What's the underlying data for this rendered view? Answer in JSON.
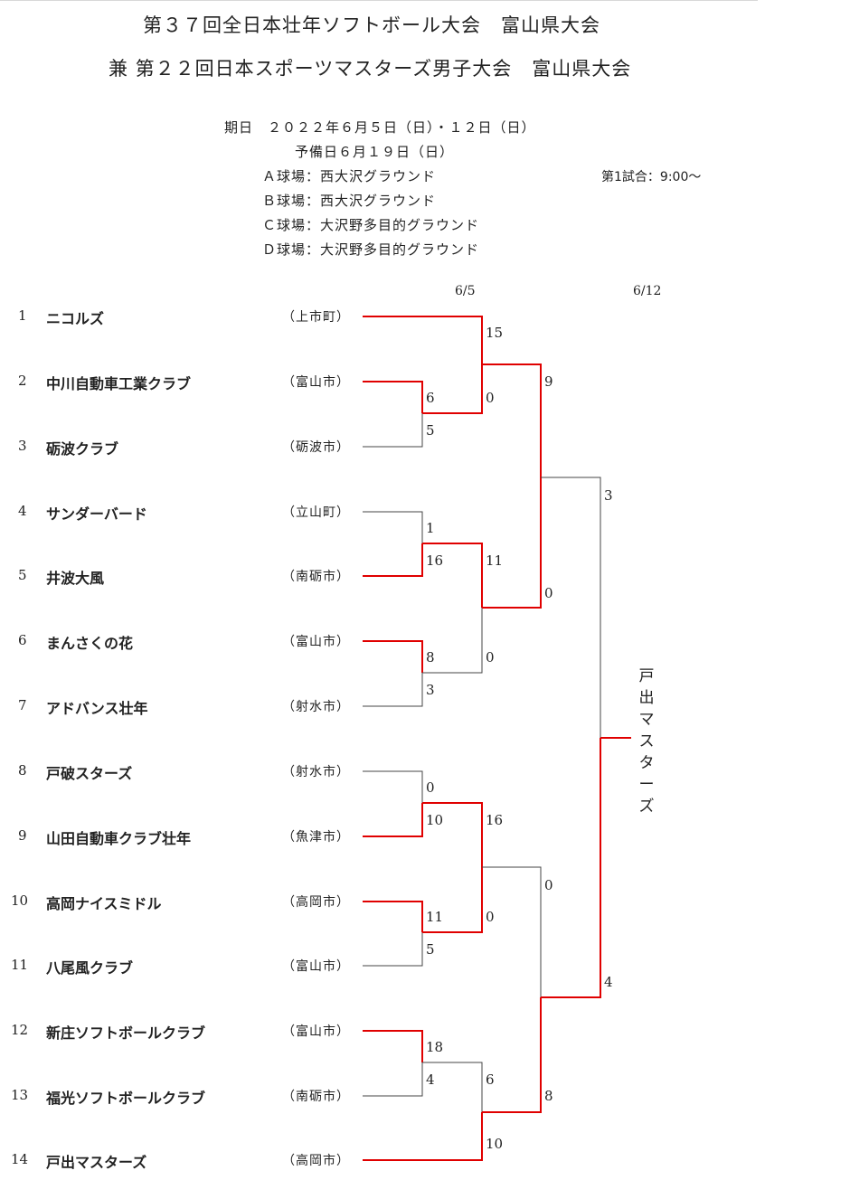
{
  "header": {
    "title1": "第３７回全日本壮年ソフトボール大会　富山県大会",
    "title2": "兼 第２２回日本スポーツマスターズ男子大会　富山県大会",
    "period": "期日　２０２２年６月５日（日）・１２日（日）",
    "reserve": "予備日６月１９日（日）",
    "venues": [
      "Ａ球場：西大沢グラウンド",
      "Ｂ球場：西大沢グラウンド",
      "Ｃ球場：大沢野多目的グラウンド",
      "Ｄ球場：大沢野多目的グラウンド"
    ],
    "first_game": "第1試合：9:00～"
  },
  "dates": {
    "round1": "6/5",
    "round2": "6/12"
  },
  "teams": [
    {
      "num": "1",
      "name": "ニコルズ",
      "region": "（上市町）"
    },
    {
      "num": "2",
      "name": "中川自動車工業クラブ",
      "region": "（富山市）"
    },
    {
      "num": "3",
      "name": "砺波クラブ",
      "region": "（砺波市）"
    },
    {
      "num": "4",
      "name": "サンダーバード",
      "region": "（立山町）"
    },
    {
      "num": "5",
      "name": "井波大風",
      "region": "（南砺市）"
    },
    {
      "num": "6",
      "name": "まんさくの花",
      "region": "（富山市）"
    },
    {
      "num": "7",
      "name": "アドバンス壮年",
      "region": "（射水市）"
    },
    {
      "num": "8",
      "name": "戸破スターズ",
      "region": "（射水市）"
    },
    {
      "num": "9",
      "name": "山田自動車クラブ壮年",
      "region": "（魚津市）"
    },
    {
      "num": "10",
      "name": "高岡ナイスミドル",
      "region": "（高岡市）"
    },
    {
      "num": "11",
      "name": "八尾風クラブ",
      "region": "（富山市）"
    },
    {
      "num": "12",
      "name": "新庄ソフトボールクラブ",
      "region": "（富山市）"
    },
    {
      "num": "13",
      "name": "福光ソフトボールクラブ",
      "region": "（南砺市）"
    },
    {
      "num": "14",
      "name": "戸出マスターズ",
      "region": "（高岡市）"
    }
  ],
  "scores": {
    "r1_g1_top": "6",
    "r1_g1_bot": "5",
    "r1_g2_top": "1",
    "r1_g2_bot": "16",
    "r1_g3_top": "8",
    "r1_g3_bot": "3",
    "r1_g4_top": "0",
    "r1_g4_bot": "10",
    "r1_g5_top": "11",
    "r1_g5_bot": "5",
    "r1_g6_top": "18",
    "r1_g6_bot": "4",
    "r2_g1_top": "15",
    "r2_g1_bot": "0",
    "r2_g2_top": "11",
    "r2_g2_bot": "0",
    "r2_g3_top": "16",
    "r2_g3_bot": "0",
    "r2_g4_top": "6",
    "r2_g4_bot": "10",
    "sf1_top": "9",
    "sf1_bot": "0",
    "sf2_top": "0",
    "sf2_bot": "8",
    "final_top": "3",
    "final_bot": "4"
  },
  "champion": "戸出マスターズ",
  "colors": {
    "winner_line": "#e00000",
    "loser_line": "#444444"
  }
}
